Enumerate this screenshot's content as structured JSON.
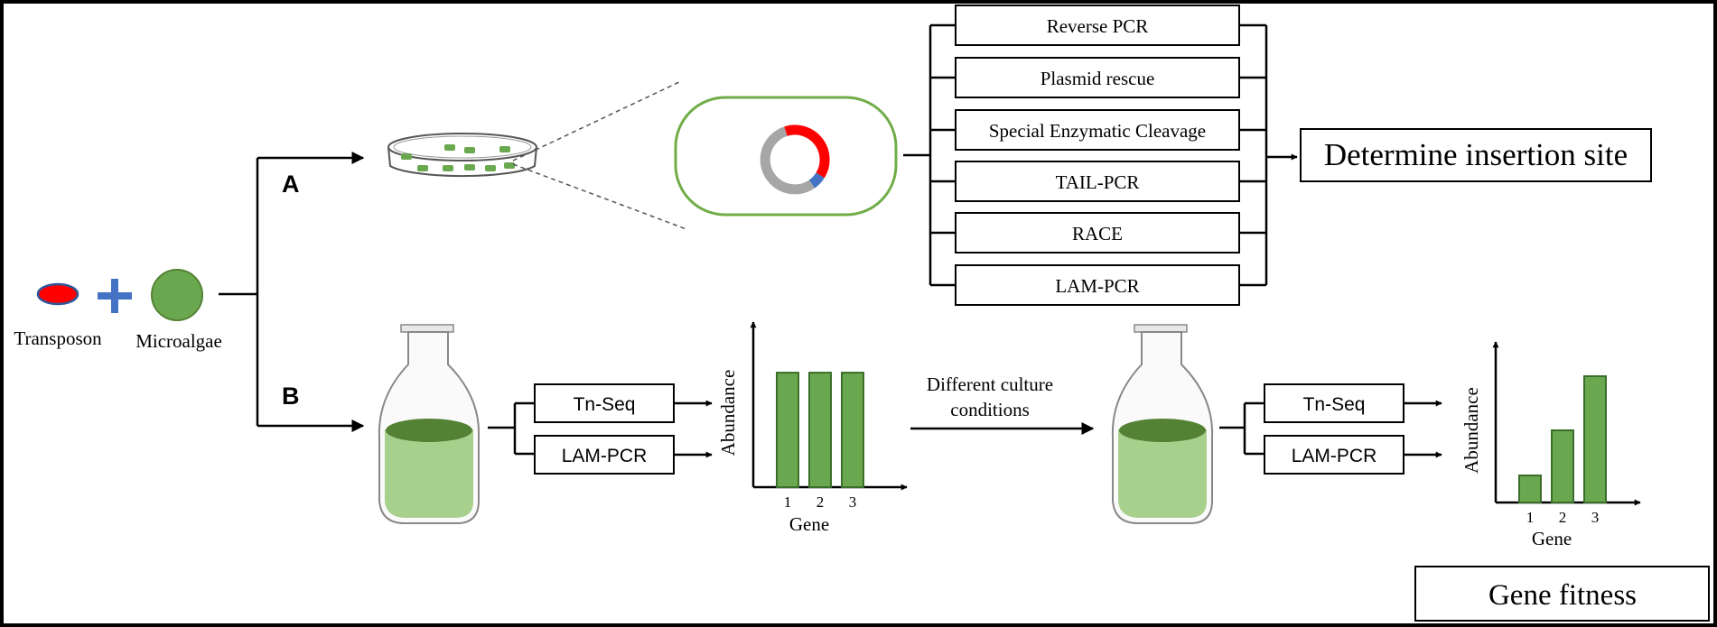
{
  "left": {
    "transposon_label": "Transposon",
    "microalgae_label": "Microalgae"
  },
  "branches": {
    "a_label": "A",
    "b_label": "B"
  },
  "methods": [
    "Reverse PCR",
    "Plasmid rescue",
    "Special Enzymatic Cleavage",
    "TAIL-PCR",
    "RACE",
    "LAM-PCR"
  ],
  "result_a": "Determine insertion site",
  "seq_boxes": [
    "Tn-Seq",
    "LAM-PCR"
  ],
  "culture_text": {
    "line1": "Different culture",
    "line2": "conditions"
  },
  "result_b": "Gene fitness",
  "colors": {
    "algae_green": "#6aa84f",
    "liquid_light": "#a8d08d",
    "liquid_dark": "#548235",
    "transposon_red": "#ff0000",
    "cross_blue": "#4472c4",
    "plasmid_gray": "#a6a6a6"
  },
  "chart_data": [
    {
      "type": "bar",
      "categories": [
        "1",
        "2",
        "3"
      ],
      "values": [
        1,
        1,
        1
      ],
      "xlabel": "Gene",
      "ylabel": "Abundance",
      "ylim": [
        0,
        1.3
      ],
      "grid": false
    },
    {
      "type": "bar",
      "categories": [
        "1",
        "2",
        "3"
      ],
      "values": [
        0.3,
        0.8,
        1.4
      ],
      "xlabel": "Gene",
      "ylabel": "Abundance",
      "ylim": [
        0,
        1.6
      ],
      "grid": false
    }
  ]
}
